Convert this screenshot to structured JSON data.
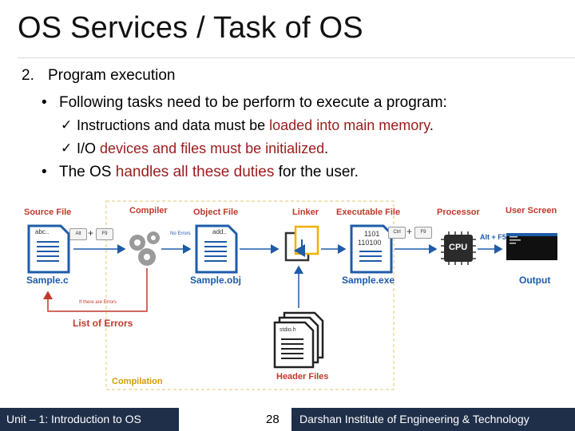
{
  "slide": {
    "title": "OS Services / Task of OS",
    "item_number": "2.",
    "item_heading": "Program execution",
    "bullet1": "Following tasks need to be perform to execute a program:",
    "check1_pre": "Instructions and data must be ",
    "check1_red": "loaded into main memory",
    "check1_post": ".",
    "check2_pre": "I/O ",
    "check2_red": "devices and files must be initialized",
    "check2_post": ".",
    "bullet2_pre": "The OS ",
    "bullet2_red": "handles all these duties",
    "bullet2_post": " for the user."
  },
  "diagram": {
    "source_file": "Source File",
    "compiler": "Compiler",
    "object_file": "Object File",
    "linker": "Linker",
    "executable_file": "Executable File",
    "processor": "Processor",
    "user_screen": "User Screen",
    "sample_c": "Sample.c",
    "sample_obj": "Sample.obj",
    "sample_exe": "Sample.exe",
    "output": "Output",
    "list_of_errors": "List of Errors",
    "if_errors": "If there are Errors",
    "no_errors": "No Errors",
    "header_files": "Header Files",
    "compilation": "Compilation",
    "doc_abc": "abc..",
    "doc_add": "add..",
    "doc_bin1": "1101",
    "doc_bin2": "110100",
    "doc_stdio": "stdio.h",
    "cpu": "CPU",
    "alt_f5": "Alt + F5",
    "key_alt": "Alt",
    "key_f9": "F9",
    "key_ctrl": "Ctrl",
    "key_plus": "+"
  },
  "footer": {
    "left": "Unit – 1: Introduction to OS",
    "page": "28",
    "right": "Darshan Institute of Engineering & Technology"
  },
  "colors": {
    "accent_red": "#9b1c1c",
    "diagram_red": "#c0392b",
    "diagram_blue": "#1e5ba8",
    "footer_bg": "#1f2f4a",
    "compilation_border": "#e8d08a"
  }
}
